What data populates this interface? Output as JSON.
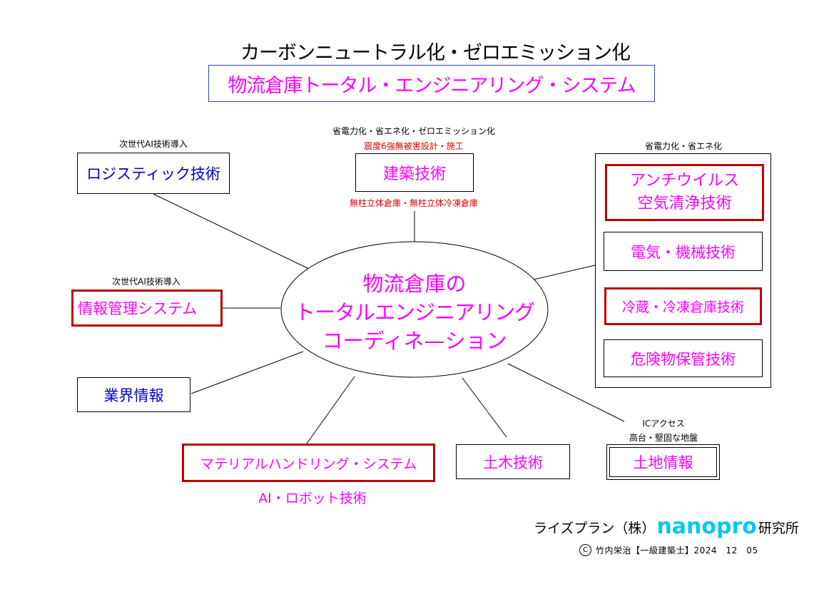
{
  "header": {
    "title": "カーボンニュートラル化・ゼロエミッション化",
    "subtitle": "物流倉庫トータル・エンジニアリング・システム"
  },
  "center": {
    "line1": "物流倉庫の",
    "line2": "トータルエンジニアリング",
    "line3": "コーディネ—ション"
  },
  "nodes": {
    "logistics": {
      "label": "ロジスティック技術",
      "note": "次世代AI技術導入"
    },
    "architecture": {
      "label": "建築技術",
      "note_top": "省電力化・省エネ化・ゼロエミッション化",
      "note_red": "震度6強無被害設計・施工",
      "note_below": "無柱立体倉庫・無柱立体冷凍倉庫"
    },
    "information_system": {
      "label": "情報管理システム",
      "note": "次世代AI技術導入"
    },
    "industry_info": {
      "label": "業界情報"
    },
    "material_handling": {
      "label": "マテリアルハンドリング・システム",
      "note": "AI・ロボット技術"
    },
    "civil": {
      "label": "土木技術"
    },
    "land": {
      "label": "土地情報",
      "note1": "ICアクセス",
      "note2": "高台・堅固な地盤"
    },
    "group": {
      "note": "省電力化・省エネ化",
      "antivirus_line1": "アンチウイルス",
      "antivirus_line2": "空気清浄技術",
      "electric": "電気・機械技術",
      "cold": "冷蔵・冷凍倉庫技術",
      "hazard": "危険物保管技術"
    }
  },
  "footer": {
    "company_prefix": "ライズプラン（株）",
    "brand": "nanopro",
    "company_suffix": "研究所",
    "copyright_symbol": "C",
    "credit": "竹内栄治【一級建築士】2024　12　05"
  },
  "colors": {
    "magenta": "#ff00ff",
    "blue": "#0000cc",
    "red": "#e00000",
    "frame_red": "#bb0000",
    "brand_cyan": "#00c8f0"
  }
}
